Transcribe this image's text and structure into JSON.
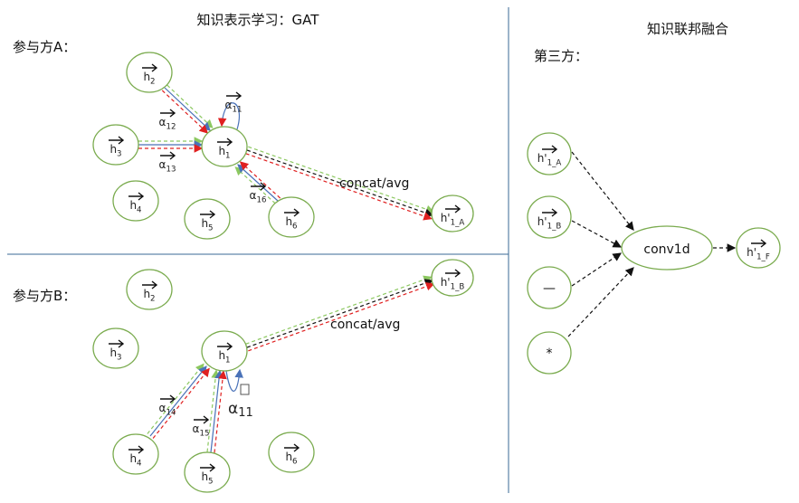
{
  "titles": {
    "left": "知识表示学习：GAT",
    "right": "知识联邦融合",
    "party_a": "参与方A：",
    "party_b": "参与方B：",
    "third_party": "第三方："
  },
  "panel_a": {
    "nodes": [
      {
        "id": "h2",
        "base": "h",
        "sub": "2"
      },
      {
        "id": "h3",
        "base": "h",
        "sub": "3"
      },
      {
        "id": "h1",
        "base": "h",
        "sub": "1"
      },
      {
        "id": "h4",
        "base": "h",
        "sub": "4"
      },
      {
        "id": "h5",
        "base": "h",
        "sub": "5"
      },
      {
        "id": "h6",
        "base": "h",
        "sub": "6"
      },
      {
        "id": "h1_A",
        "base": "h'",
        "sub": "1_A"
      }
    ],
    "alphas": [
      {
        "base": "α",
        "sub": "12"
      },
      {
        "base": "α",
        "sub": "13"
      },
      {
        "base": "α",
        "sub": "16"
      },
      {
        "base": "α",
        "sub": "11"
      }
    ],
    "aggregate_label": "concat/avg"
  },
  "panel_b": {
    "nodes": [
      {
        "id": "h2",
        "base": "h",
        "sub": "2"
      },
      {
        "id": "h3",
        "base": "h",
        "sub": "3"
      },
      {
        "id": "h1",
        "base": "h",
        "sub": "1"
      },
      {
        "id": "h4",
        "base": "h",
        "sub": "4"
      },
      {
        "id": "h5",
        "base": "h",
        "sub": "5"
      },
      {
        "id": "h6",
        "base": "h",
        "sub": "6"
      },
      {
        "id": "h1_B",
        "base": "h'",
        "sub": "1_B"
      }
    ],
    "alphas": [
      {
        "base": "α",
        "sub": "14"
      },
      {
        "base": "α",
        "sub": "15"
      },
      {
        "base": "α",
        "sub": "11"
      }
    ],
    "aggregate_label": "concat/avg"
  },
  "fusion": {
    "inputs": [
      {
        "id": "h1_A",
        "base": "h'",
        "sub": "1_A"
      },
      {
        "id": "h1_B",
        "base": "h'",
        "sub": "1_B"
      },
      {
        "id": "minus",
        "base": "—",
        "sub": ""
      },
      {
        "id": "times",
        "base": "*",
        "sub": ""
      }
    ],
    "conv_label": "conv1d",
    "output": {
      "id": "h1_F",
      "base": "h'",
      "sub": "1_F"
    }
  },
  "colors": {
    "green": "#8cc860",
    "blue": "#4a72b8",
    "red": "#e02020",
    "black": "#111111",
    "node_stroke": "#7aab4e",
    "divider": "#3a6a95"
  }
}
